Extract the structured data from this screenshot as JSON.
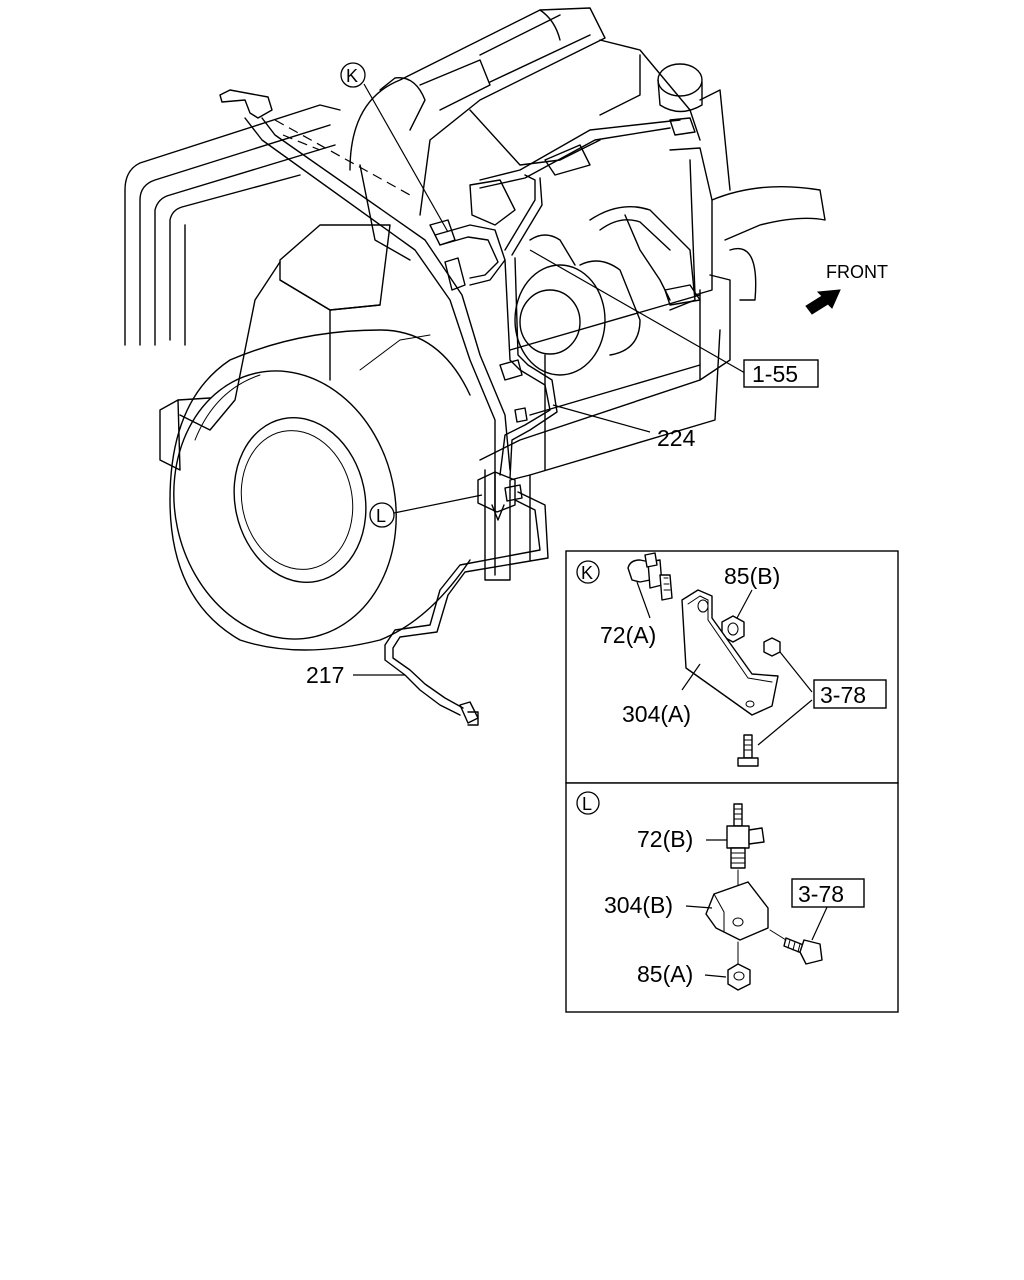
{
  "front_label": "FRONT",
  "callouts": {
    "k": "K",
    "l": "L"
  },
  "main_labels": {
    "ref_1_55": "1-55",
    "p224": "224",
    "p217": "217"
  },
  "detail_k": {
    "marker": "K",
    "p72a": "72(A)",
    "p85b": "85(B)",
    "p304a": "304(A)",
    "ref_3_78": "3-78"
  },
  "detail_l": {
    "marker": "L",
    "p72b": "72(B)",
    "p304b": "304(B)",
    "p85a": "85(A)",
    "ref_3_78": "3-78"
  }
}
